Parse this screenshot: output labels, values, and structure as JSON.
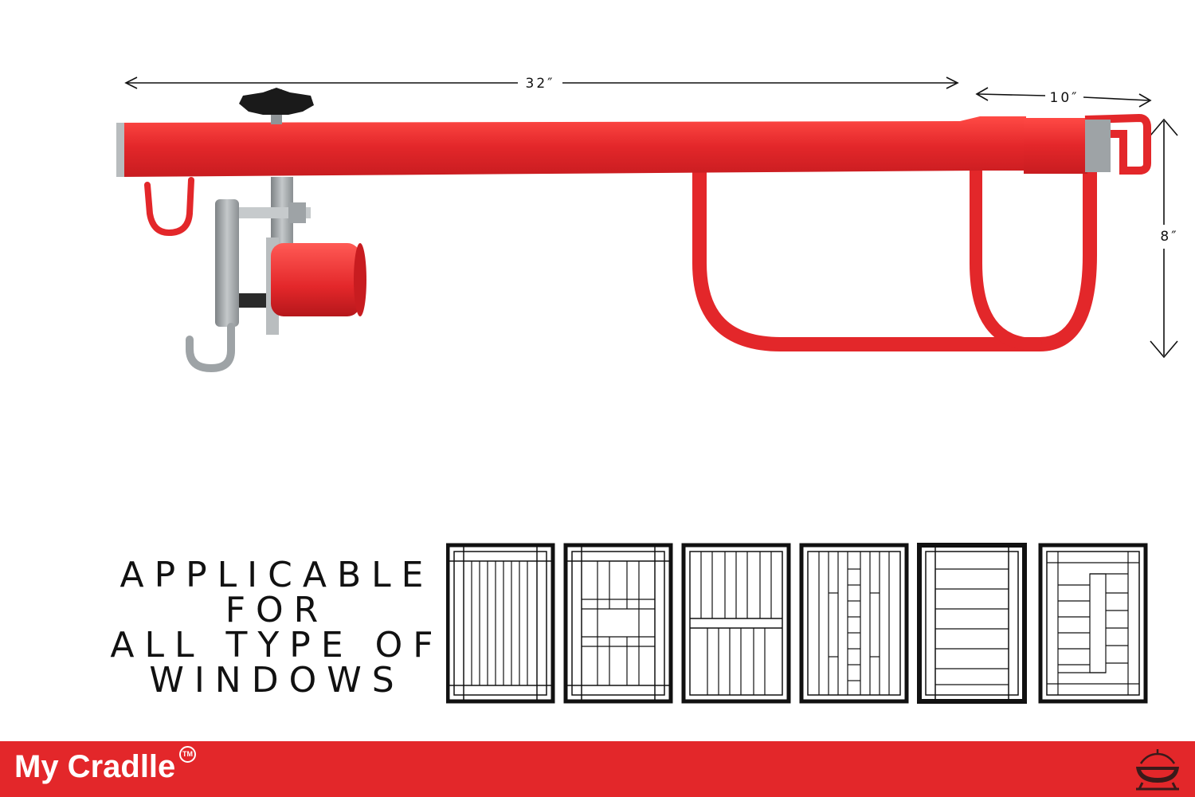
{
  "dimensions": {
    "length": "32″",
    "depth": "10″",
    "height": "8″"
  },
  "tagline": [
    "APPLICABLE",
    "FOR",
    "ALL TYPE OF",
    "WINDOWS"
  ],
  "window_styles": [
    "vertical-bars",
    "center-grid",
    "split-bars",
    "ladder",
    "horizontal-bars",
    "maze"
  ],
  "brand": {
    "name": "My Cradlle",
    "trademark": "TM",
    "logo_icon": "cradle-logo-icon"
  },
  "colors": {
    "frame_red": "#e3272a",
    "footer_red": "#e3272a",
    "metal_grey": "#9ea3a6"
  }
}
